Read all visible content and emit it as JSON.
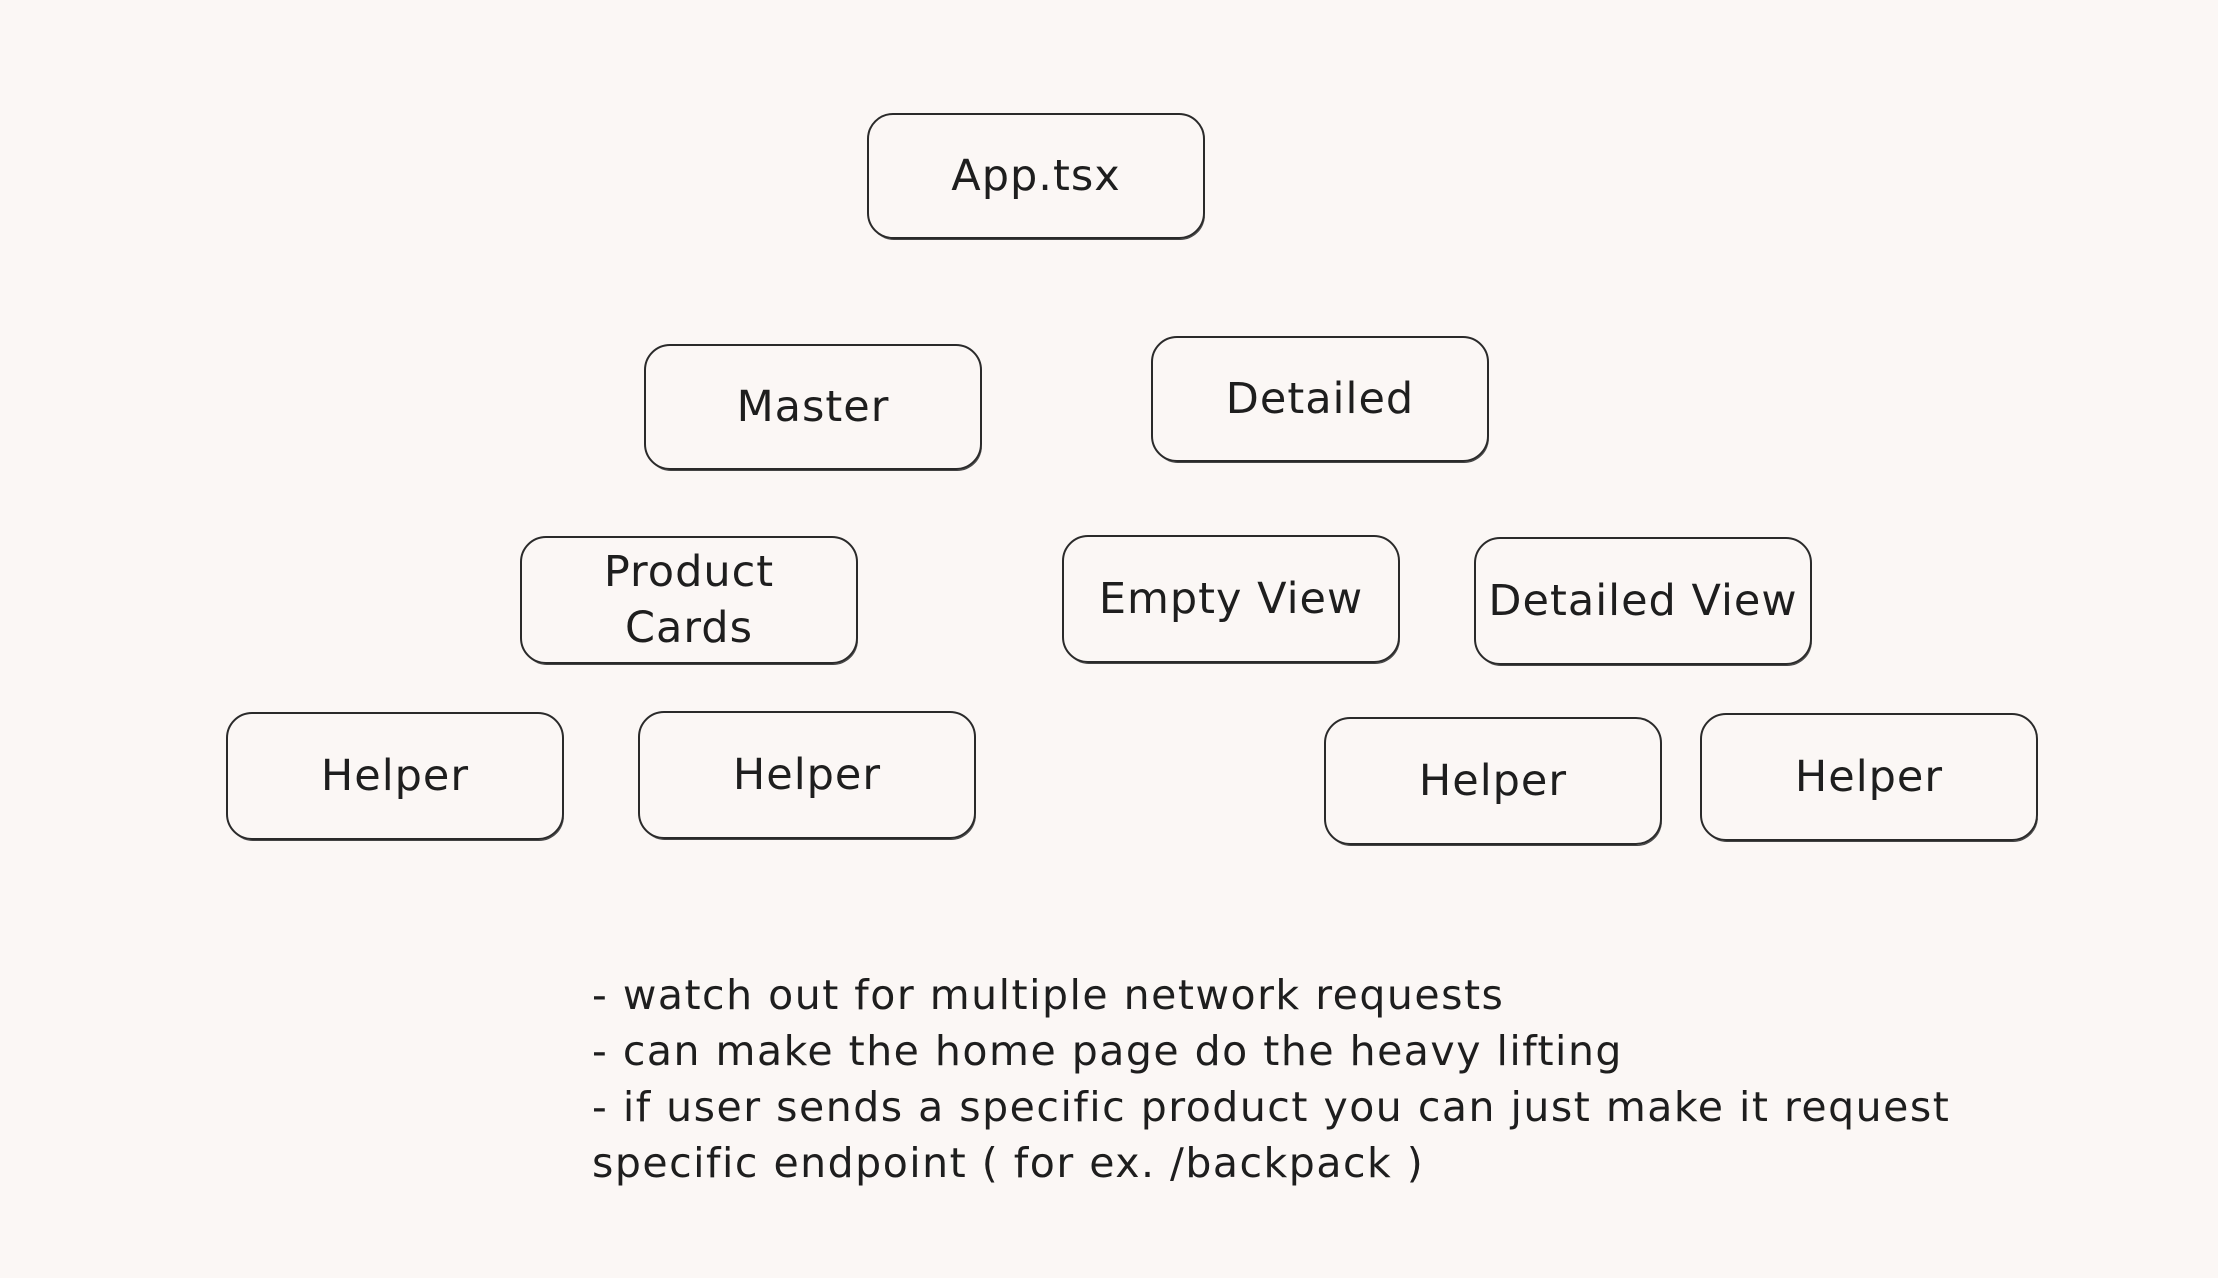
{
  "diagram": {
    "nodes": {
      "app": "App.tsx",
      "master": "Master",
      "detailed": "Detailed",
      "product_cards": "Product\nCards",
      "empty_view": "Empty View",
      "detailed_view": "Detailed View",
      "helper_1": "Helper",
      "helper_2": "Helper",
      "helper_3": "Helper",
      "helper_4": "Helper"
    },
    "notes": [
      "- watch out for multiple network requests",
      "- can make the home page do the heavy lifting",
      "- if user sends a specific product you can just make it request",
      "specific endpoint ( for ex. /backpack )"
    ]
  }
}
